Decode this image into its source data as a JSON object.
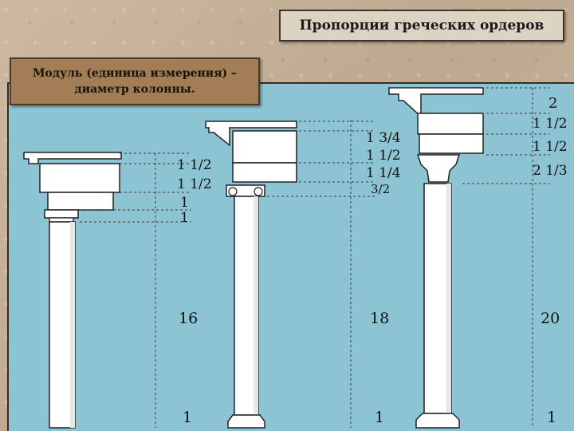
{
  "title": "Пропорции греческих ордеров",
  "module_note": {
    "line1": "Модуль (единица измерения) –",
    "line2": "диаметр колонны."
  },
  "orders": [
    {
      "entablature_labels": [
        "1 1/2",
        "1 1/2",
        "1",
        "1"
      ],
      "shaft_height": "16",
      "diameter": "1"
    },
    {
      "entablature_labels": [
        "1 3/4",
        "1 1/2",
        "1 1/4",
        "3/2"
      ],
      "shaft_height": "18",
      "diameter": "1"
    },
    {
      "entablature_labels": [
        "2",
        "1 1/2",
        "1 1/2",
        "2 1/3"
      ],
      "shaft_height": "20",
      "diameter": "1"
    }
  ],
  "colors": {
    "panel": "#8cc4d4",
    "column_fill": "#ffffff",
    "outline": "#222222",
    "module_box": "#a27d55"
  }
}
